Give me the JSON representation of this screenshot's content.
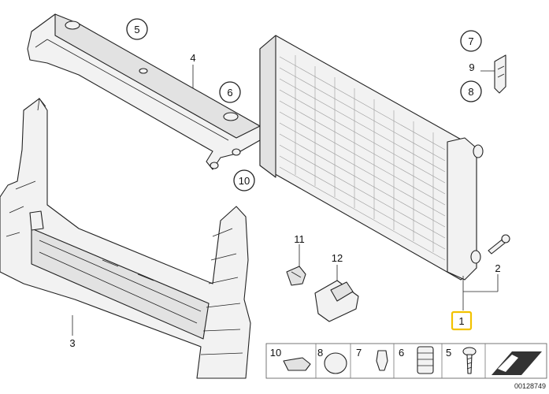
{
  "callouts": {
    "c1": "1",
    "c2": "2",
    "c3": "3",
    "c4": "4",
    "c5": "5",
    "c6": "6",
    "c7": "7",
    "c8": "8",
    "c9": "9",
    "c10": "10",
    "c11": "11",
    "c12": "12"
  },
  "legend": {
    "items": [
      "10",
      "8",
      "7",
      "6",
      "5"
    ]
  },
  "document_number": "00128749",
  "colors": {
    "highlight": "#f2c200",
    "line": "#222222"
  }
}
